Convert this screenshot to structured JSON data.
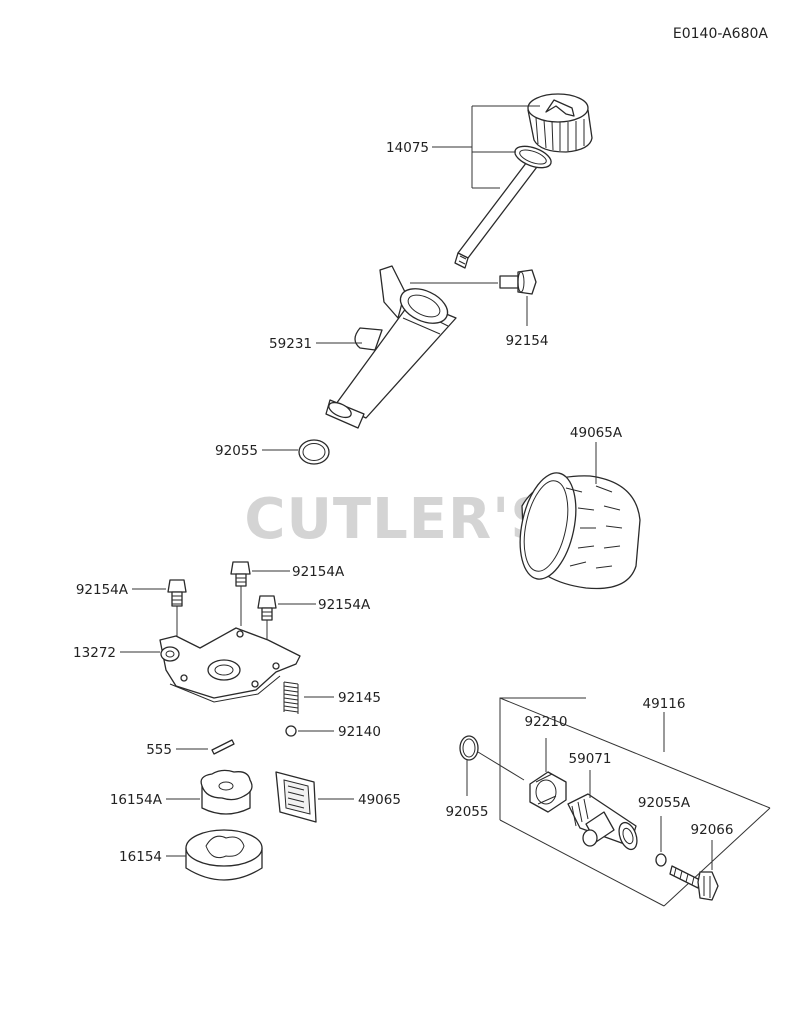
{
  "reference_code": "E0140-A680A",
  "watermark": "CUTLER'S",
  "labels": {
    "dipstick": "14075",
    "oil_filler_pipe": "59231",
    "filler_pipe_bolt": "92154",
    "filler_pipe_oring": "92055",
    "oil_filter": "49065A",
    "pump_bolt_left": "92154A",
    "pump_bolt_top": "92154A",
    "pump_bolt_right": "92154A",
    "pump_cover": "13272",
    "relief_spring": "92145",
    "relief_ball": "92140",
    "pin": "555",
    "inner_rotor": "16154A",
    "screen": "49065",
    "outer_rotor": "16154",
    "drain_valve_assy": "49116",
    "drain_nut": "92210",
    "drain_fitting": "59071",
    "drain_oring": "92055",
    "drain_oring_small": "92055A",
    "drain_plug": "92066"
  }
}
